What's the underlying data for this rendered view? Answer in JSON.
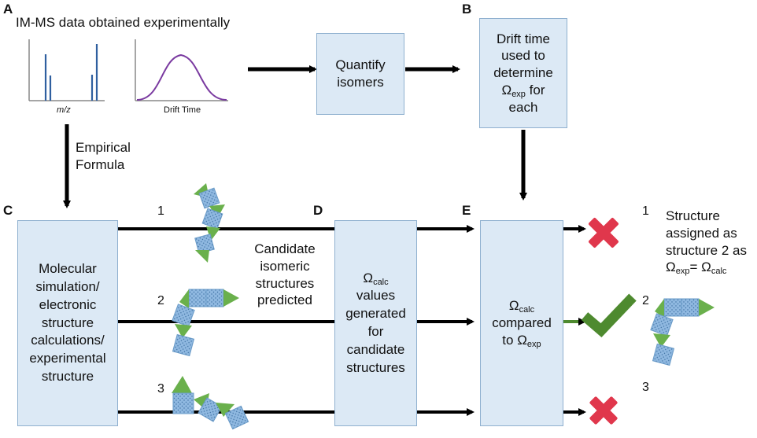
{
  "panels": {
    "A": "A",
    "B": "B",
    "C": "C",
    "D": "D",
    "E": "E"
  },
  "header": {
    "title": "IM-MS data obtained experimentally"
  },
  "spectra": {
    "mz_label": "m/z",
    "drift_label": "Drift Time"
  },
  "boxes": {
    "quantify": [
      "Quantify",
      "isomers"
    ],
    "drift_time": {
      "lines": [
        "Drift time",
        "used to",
        "determine"
      ],
      "omega": "Ω",
      "omega_sub": "exp",
      "omega_tail": " for",
      "last": "each"
    },
    "simulation": [
      "Molecular",
      "simulation/",
      "electronic",
      "structure",
      "calculations/",
      "experimental",
      "structure"
    ],
    "omega_calc": {
      "omega": "Ω",
      "sub": "calc",
      "lines": [
        "values",
        "generated",
        "for",
        "candidate",
        "structures"
      ]
    },
    "compared": {
      "omega": "Ω",
      "sub": "calc",
      "line2": "compared",
      "line3_pre": "to ",
      "omega2": "Ω",
      "sub2": "exp"
    }
  },
  "labels": {
    "empirical": [
      "Empirical",
      "Formula"
    ],
    "candidate": [
      "Candidate",
      "isomeric",
      "structures",
      "predicted"
    ],
    "assigned": {
      "lines": [
        "Structure",
        "assigned as",
        "structure 2 as"
      ],
      "o1": "Ω",
      "s1": "exp",
      "eq": "= ",
      "o2": "Ω",
      "s2": "calc"
    }
  },
  "numbers": {
    "left": [
      "1",
      "2",
      "3"
    ],
    "right": [
      "1",
      "2",
      "3"
    ]
  },
  "colors": {
    "box_fill": "#dce9f5",
    "green": "#6ab04c",
    "dark_green": "#4e8a2f",
    "red": "#e0374c",
    "blue_line": "#2f5f9f",
    "purple": "#7a3aa0",
    "tile": "#8fb8e0"
  },
  "icons": {
    "reject": "cross-icon",
    "accept": "check-icon"
  }
}
